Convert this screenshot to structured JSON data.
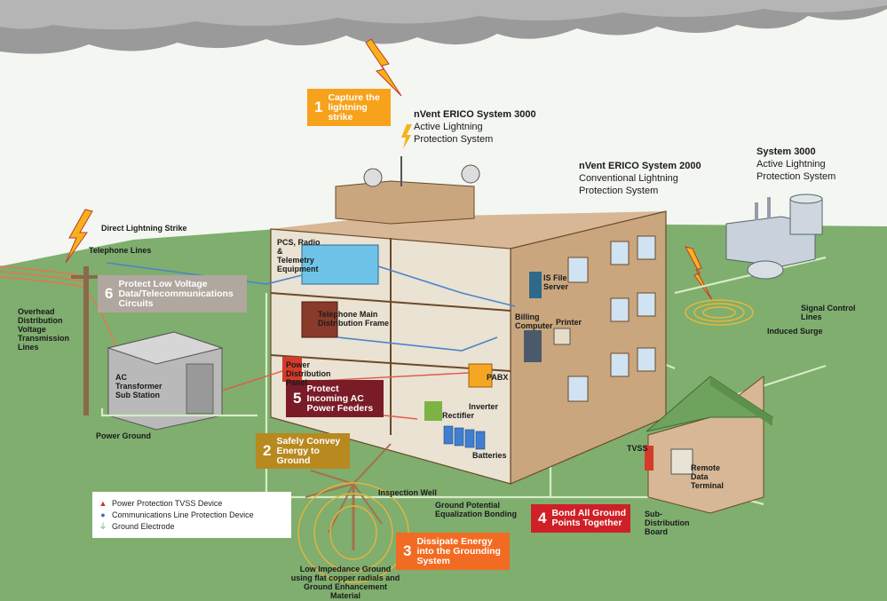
{
  "systems": {
    "s3000_roof": {
      "name": "nVent ERICO System 3000",
      "line1": "Active Lightning",
      "line2": "Protection System"
    },
    "s2000": {
      "name": "nVent ERICO System 2000",
      "line1": "Conventional Lightning",
      "line2": "Protection System"
    },
    "s3000_plant": {
      "name": "System 3000",
      "line1": "Active Lightning",
      "line2": "Protection System"
    }
  },
  "steps": [
    {
      "number": "1",
      "text": "Capture the lightning strike",
      "color": "#f7a21b"
    },
    {
      "number": "2",
      "text": "Safely Convey Energy to Ground",
      "color": "#b8891f"
    },
    {
      "number": "3",
      "text": "Dissipate Energy into the Grounding System",
      "color": "#f26b22"
    },
    {
      "number": "4",
      "text": "Bond All Ground Points Together",
      "color": "#d02027"
    },
    {
      "number": "5",
      "text": "Protect Incoming AC Power Feeders",
      "color": "#7a1c28"
    },
    {
      "number": "6",
      "text": "Protect Low Voltage Data/Telecommunications Circuits",
      "color": "#b0a79f"
    }
  ],
  "labels": {
    "direct_strike": "Direct Lightning Strike",
    "telephone_lines": "Telephone Lines",
    "overhead": "Overhead Distribution Voltage Transmission Lines",
    "ac_transformer": "AC Transformer Sub Station",
    "power_ground": "Power Ground",
    "pcs": "PCS, Radio & Telemetry Equipment",
    "telephone_main": "Telephone Main Distribution Frame",
    "power_panel": "Power Distribution Panel",
    "is_server": "IS File Server",
    "billing": "Billing Computer",
    "printer": "Printer",
    "pabx": "PABX",
    "inverter": "Inverter",
    "rectifier": "Rectifier",
    "batteries": "Batteries",
    "inspection_well": "Inspection Well",
    "gpeb": "Ground Potential Equalization Bonding",
    "low_impedance": "Low Impedance Ground using flat copper radials and Ground Enhancement Material",
    "signal_control": "Signal Control Lines",
    "induced_surge": "Induced Surge",
    "tvss": "TVSS",
    "remote_terminal": "Remote Data Terminal",
    "sub_distribution": "Sub-Distribution Board"
  },
  "legend": [
    {
      "icon": "tvss-triangle",
      "symbol": "▲",
      "text": "Power Protection TVSS Device",
      "color": "#c0392b"
    },
    {
      "icon": "comm-dot",
      "symbol": "●",
      "text": "Communications Line Protection Device",
      "color": "#3a6fb5"
    },
    {
      "icon": "ground-electrode",
      "symbol": "⏚",
      "text": "Ground Electrode",
      "color": "#4caf50"
    }
  ]
}
